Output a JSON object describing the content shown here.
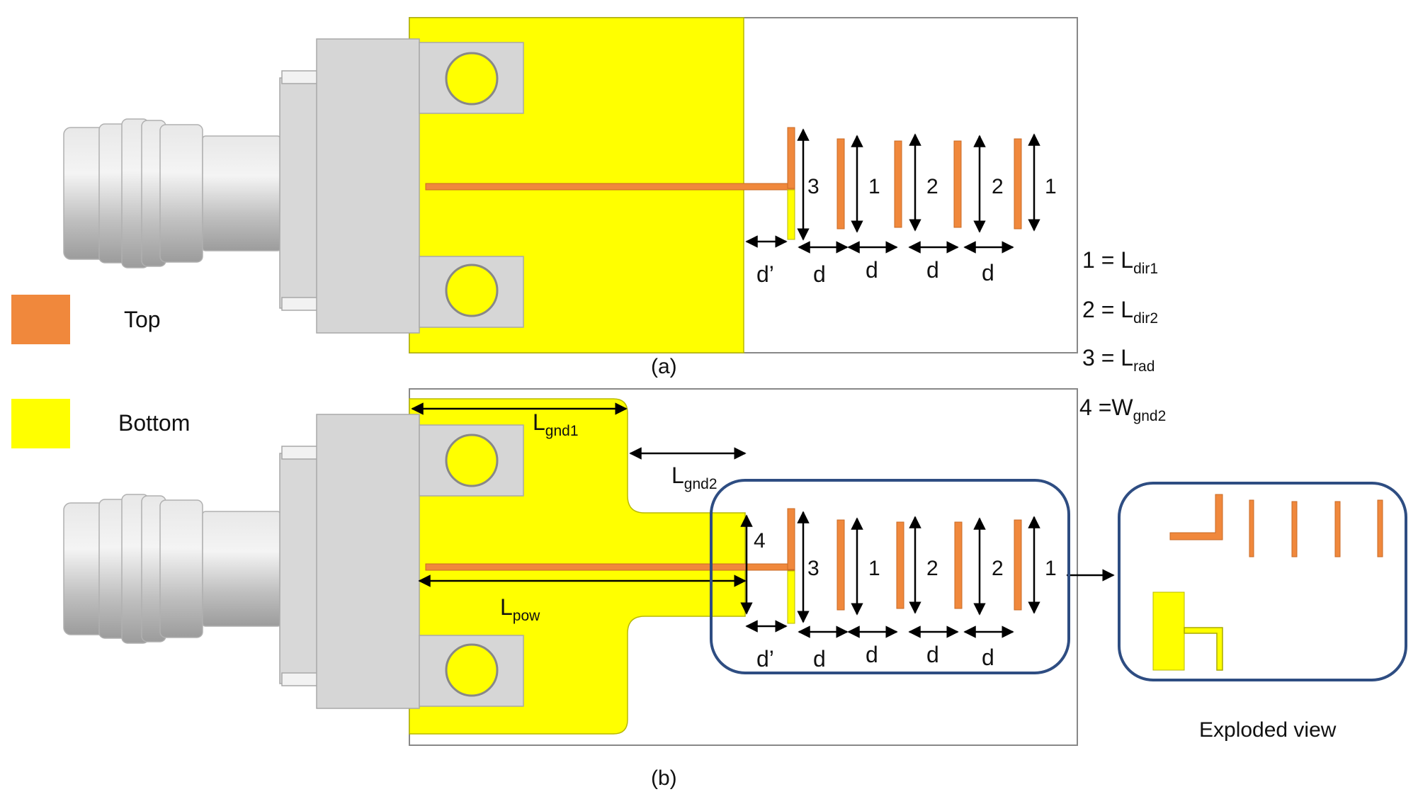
{
  "colors": {
    "top": "#f0883c",
    "bottom": "#ffff00",
    "connector": "#d3d3d3",
    "frame": "#2e4d82"
  },
  "legend": {
    "top_label": "Top",
    "bottom_label": "Bottom"
  },
  "captions": {
    "a": "(a)",
    "b": "(b)",
    "exploded": "Exploded view"
  },
  "dims": {
    "d": "d",
    "d_prime": "d’",
    "n1": "1",
    "n2": "2",
    "n3": "3",
    "n4": "4",
    "lgnd1": {
      "base": "L",
      "sub": "gnd1"
    },
    "lgnd2": {
      "base": "L",
      "sub": "gnd2"
    },
    "lpow": {
      "base": "L",
      "sub": "pow"
    }
  },
  "definitions": [
    {
      "lhs": "1 = ",
      "base": "L",
      "sub": "dir1"
    },
    {
      "lhs": "2 = ",
      "base": "L",
      "sub": "dir2"
    },
    {
      "lhs": "3 = ",
      "base": "L",
      "sub": "rad"
    },
    {
      "lhs": "4 =",
      "base": "W",
      "sub": "gnd2"
    }
  ]
}
